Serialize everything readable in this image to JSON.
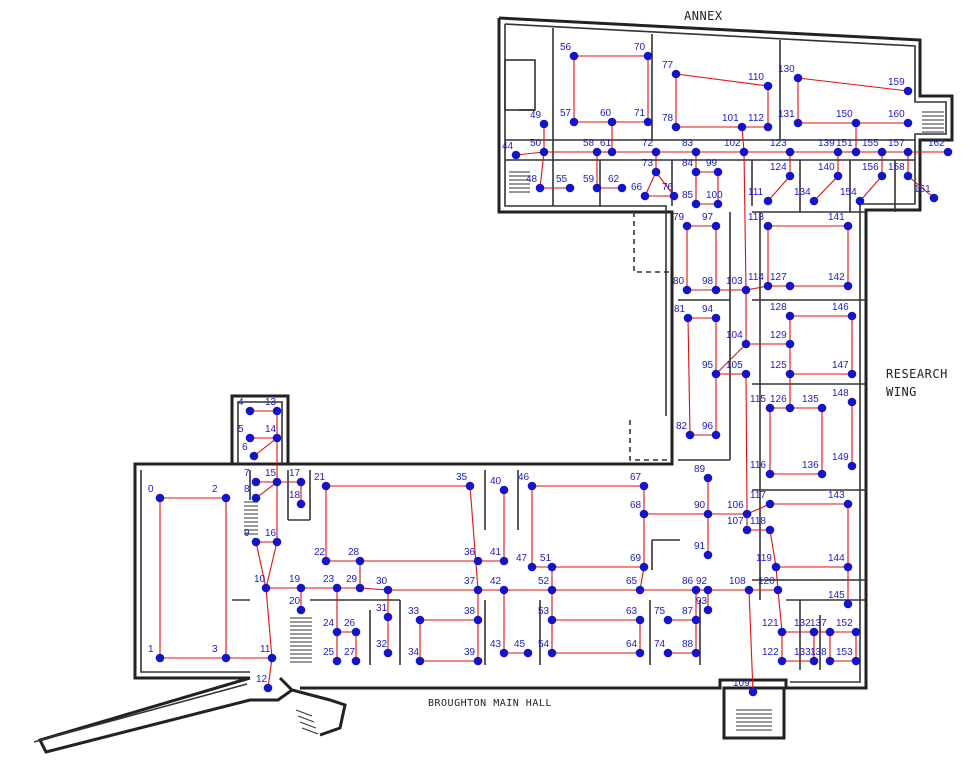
{
  "labels": {
    "annex": "ANNEX",
    "research_1": "RESEARCH",
    "research_2": "WING",
    "main_hall": "BROUGHTON MAIN HALL"
  },
  "colors": {
    "node": "#1414c8",
    "edge": "#e01010",
    "label": "#1a1ad2",
    "wall": "#222222"
  },
  "graph": {
    "nodes": [
      "0",
      "1",
      "2",
      "3",
      "4",
      "5",
      "6",
      "7",
      "8",
      "9",
      "10",
      "11",
      "12",
      "13",
      "14",
      "15",
      "16",
      "17",
      "18",
      "19",
      "20",
      "21",
      "22",
      "23",
      "24",
      "25",
      "26",
      "27",
      "28",
      "29",
      "30",
      "31",
      "32",
      "33",
      "34",
      "35",
      "36",
      "37",
      "38",
      "39",
      "40",
      "41",
      "42",
      "43",
      "44",
      "45",
      "46",
      "47",
      "48",
      "49",
      "50",
      "51",
      "52",
      "53",
      "54",
      "55",
      "56",
      "57",
      "58",
      "59",
      "60",
      "61",
      "62",
      "63",
      "64",
      "65",
      "66",
      "67",
      "68",
      "69",
      "70",
      "71",
      "72",
      "73",
      "74",
      "75",
      "76",
      "77",
      "78",
      "79",
      "80",
      "81",
      "82",
      "83",
      "84",
      "85",
      "86",
      "87",
      "88",
      "89",
      "90",
      "91",
      "92",
      "93",
      "94",
      "95",
      "96",
      "97",
      "98",
      "99",
      "100",
      "101",
      "102",
      "103",
      "104",
      "105",
      "106",
      "107",
      "108",
      "109",
      "110",
      "111",
      "112",
      "113",
      "114",
      "115",
      "116",
      "117",
      "118",
      "119",
      "120",
      "121",
      "122",
      "123",
      "124",
      "125",
      "126",
      "127",
      "128",
      "129",
      "130",
      "131",
      "132",
      "133",
      "134",
      "135",
      "136",
      "137",
      "138",
      "139",
      "140",
      "141",
      "142",
      "143",
      "144",
      "145",
      "146",
      "147",
      "148",
      "149",
      "150",
      "151",
      "152",
      "153",
      "154",
      "155",
      "156",
      "157",
      "158",
      "159",
      "160",
      "161",
      "162"
    ],
    "edges": [
      [
        "0",
        "1"
      ],
      [
        "0",
        "2"
      ],
      [
        "2",
        "3"
      ],
      [
        "1",
        "3"
      ],
      [
        "3",
        "11"
      ],
      [
        "11",
        "12"
      ],
      [
        "11",
        "10"
      ],
      [
        "10",
        "9"
      ],
      [
        "10",
        "16"
      ],
      [
        "9",
        "16"
      ],
      [
        "16",
        "15"
      ],
      [
        "15",
        "17"
      ],
      [
        "17",
        "18"
      ],
      [
        "15",
        "14"
      ],
      [
        "14",
        "13"
      ],
      [
        "13",
        "4"
      ],
      [
        "14",
        "5"
      ],
      [
        "14",
        "6"
      ],
      [
        "15",
        "7"
      ],
      [
        "15",
        "8"
      ],
      [
        "10",
        "19"
      ],
      [
        "19",
        "20"
      ],
      [
        "19",
        "23"
      ],
      [
        "23",
        "24"
      ],
      [
        "24",
        "25"
      ],
      [
        "24",
        "26"
      ],
      [
        "26",
        "27"
      ],
      [
        "23",
        "29"
      ],
      [
        "29",
        "28"
      ],
      [
        "28",
        "22"
      ],
      [
        "22",
        "21"
      ],
      [
        "21",
        "35"
      ],
      [
        "35",
        "37"
      ],
      [
        "28",
        "36"
      ],
      [
        "36",
        "41"
      ],
      [
        "41",
        "40"
      ],
      [
        "29",
        "30"
      ],
      [
        "30",
        "31"
      ],
      [
        "31",
        "32"
      ],
      [
        "30",
        "37"
      ],
      [
        "37",
        "38"
      ],
      [
        "38",
        "33"
      ],
      [
        "33",
        "34"
      ],
      [
        "34",
        "39"
      ],
      [
        "38",
        "39"
      ],
      [
        "37",
        "42"
      ],
      [
        "42",
        "43"
      ],
      [
        "43",
        "45"
      ],
      [
        "42",
        "52"
      ],
      [
        "52",
        "51"
      ],
      [
        "51",
        "47"
      ],
      [
        "47",
        "46"
      ],
      [
        "46",
        "67"
      ],
      [
        "67",
        "68"
      ],
      [
        "68",
        "69"
      ],
      [
        "51",
        "69"
      ],
      [
        "52",
        "53"
      ],
      [
        "53",
        "54"
      ],
      [
        "54",
        "64"
      ],
      [
        "53",
        "63"
      ],
      [
        "63",
        "64"
      ],
      [
        "52",
        "65"
      ],
      [
        "65",
        "69"
      ],
      [
        "65",
        "86"
      ],
      [
        "86",
        "87"
      ],
      [
        "87",
        "75"
      ],
      [
        "87",
        "88"
      ],
      [
        "88",
        "74"
      ],
      [
        "86",
        "92"
      ],
      [
        "92",
        "93"
      ],
      [
        "68",
        "90"
      ],
      [
        "90",
        "89"
      ],
      [
        "90",
        "91"
      ],
      [
        "90",
        "106"
      ],
      [
        "92",
        "108"
      ],
      [
        "108",
        "109"
      ],
      [
        "108",
        "120"
      ],
      [
        "120",
        "121"
      ],
      [
        "121",
        "122"
      ],
      [
        "122",
        "133"
      ],
      [
        "133",
        "132"
      ],
      [
        "121",
        "132"
      ],
      [
        "132",
        "137"
      ],
      [
        "137",
        "152"
      ],
      [
        "137",
        "138"
      ],
      [
        "138",
        "153"
      ],
      [
        "152",
        "153"
      ],
      [
        "120",
        "119"
      ],
      [
        "119",
        "144"
      ],
      [
        "144",
        "145"
      ],
      [
        "144",
        "143"
      ],
      [
        "143",
        "117"
      ],
      [
        "117",
        "106"
      ],
      [
        "106",
        "107"
      ],
      [
        "107",
        "118"
      ],
      [
        "118",
        "119"
      ],
      [
        "106",
        "105"
      ],
      [
        "105",
        "95"
      ],
      [
        "95",
        "104"
      ],
      [
        "104",
        "129"
      ],
      [
        "129",
        "128"
      ],
      [
        "128",
        "146"
      ],
      [
        "146",
        "147"
      ],
      [
        "147",
        "125"
      ],
      [
        "125",
        "126"
      ],
      [
        "126",
        "115"
      ],
      [
        "115",
        "116"
      ],
      [
        "116",
        "136"
      ],
      [
        "136",
        "135"
      ],
      [
        "135",
        "126"
      ],
      [
        "125",
        "129"
      ],
      [
        "148",
        "149"
      ],
      [
        "104",
        "103"
      ],
      [
        "103",
        "98"
      ],
      [
        "98",
        "80"
      ],
      [
        "80",
        "79"
      ],
      [
        "79",
        "97"
      ],
      [
        "97",
        "98"
      ],
      [
        "81",
        "94"
      ],
      [
        "94",
        "95"
      ],
      [
        "81",
        "82"
      ],
      [
        "82",
        "96"
      ],
      [
        "96",
        "95"
      ],
      [
        "103",
        "102"
      ],
      [
        "103",
        "114"
      ],
      [
        "114",
        "127"
      ],
      [
        "127",
        "142"
      ],
      [
        "142",
        "141"
      ],
      [
        "141",
        "113"
      ],
      [
        "113",
        "114"
      ],
      [
        "102",
        "101"
      ],
      [
        "101",
        "78"
      ],
      [
        "78",
        "77"
      ],
      [
        "77",
        "110"
      ],
      [
        "110",
        "112"
      ],
      [
        "101",
        "112"
      ],
      [
        "102",
        "83"
      ],
      [
        "83",
        "84"
      ],
      [
        "84",
        "85"
      ],
      [
        "85",
        "100"
      ],
      [
        "100",
        "99"
      ],
      [
        "84",
        "99"
      ],
      [
        "83",
        "72"
      ],
      [
        "72",
        "73"
      ],
      [
        "73",
        "66"
      ],
      [
        "66",
        "76"
      ],
      [
        "73",
        "76"
      ],
      [
        "72",
        "61"
      ],
      [
        "61",
        "60"
      ],
      [
        "60",
        "57"
      ],
      [
        "57",
        "56"
      ],
      [
        "56",
        "70"
      ],
      [
        "70",
        "71"
      ],
      [
        "60",
        "71"
      ],
      [
        "61",
        "58"
      ],
      [
        "58",
        "59"
      ],
      [
        "59",
        "62"
      ],
      [
        "58",
        "50"
      ],
      [
        "50",
        "49"
      ],
      [
        "50",
        "44"
      ],
      [
        "50",
        "48"
      ],
      [
        "48",
        "55"
      ],
      [
        "102",
        "123"
      ],
      [
        "123",
        "124"
      ],
      [
        "124",
        "111"
      ],
      [
        "123",
        "139"
      ],
      [
        "139",
        "140"
      ],
      [
        "140",
        "134"
      ],
      [
        "139",
        "151"
      ],
      [
        "151",
        "150"
      ],
      [
        "150",
        "131"
      ],
      [
        "131",
        "130"
      ],
      [
        "130",
        "159"
      ],
      [
        "150",
        "160"
      ],
      [
        "151",
        "155"
      ],
      [
        "155",
        "156"
      ],
      [
        "156",
        "154"
      ],
      [
        "155",
        "157"
      ],
      [
        "157",
        "158"
      ],
      [
        "158",
        "161"
      ],
      [
        "157",
        "162"
      ]
    ]
  }
}
